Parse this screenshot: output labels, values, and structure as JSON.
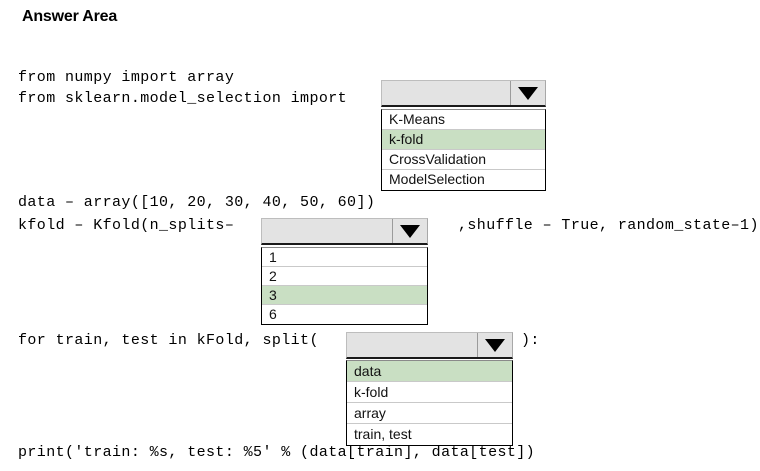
{
  "header": {
    "title": "Answer Area"
  },
  "code": {
    "line1": "from numpy import array",
    "line2": "from sklearn.model_selection import",
    "line3": "data – array([10, 20, 30, 40, 50, 60])",
    "line4": "kfold – Kfold(n_splits–",
    "line4_tail": ",shuffle – True, random_state–1)",
    "line5": "for train, test in kFold, split(",
    "line5_tail": "):",
    "line6": "print('train: %s, test: %5' % (data[train], data[test])"
  },
  "dropdowns": [
    {
      "name": "import-name",
      "value": "",
      "arrow_icon": "chevron-down-icon",
      "options": [
        {
          "label": "K-Means",
          "selected": false
        },
        {
          "label": "k-fold",
          "selected": true
        },
        {
          "label": "CrossValidation",
          "selected": false
        },
        {
          "label": "ModelSelection",
          "selected": false
        }
      ]
    },
    {
      "name": "n-splits-value",
      "value": "",
      "arrow_icon": "chevron-down-icon",
      "options": [
        {
          "label": "1",
          "selected": false
        },
        {
          "label": "2",
          "selected": false
        },
        {
          "label": "3",
          "selected": true
        },
        {
          "label": "6",
          "selected": false
        }
      ]
    },
    {
      "name": "split-argument",
      "value": "",
      "arrow_icon": "chevron-down-icon",
      "options": [
        {
          "label": "data",
          "selected": true
        },
        {
          "label": "k-fold",
          "selected": false
        },
        {
          "label": "array",
          "selected": false
        },
        {
          "label": "train, test",
          "selected": false
        }
      ]
    }
  ],
  "colors": {
    "selected_option_bg": "#c9dfc3",
    "control_bg": "#e3e3e3",
    "page_bg": "#ffffff",
    "text": "#000000"
  }
}
